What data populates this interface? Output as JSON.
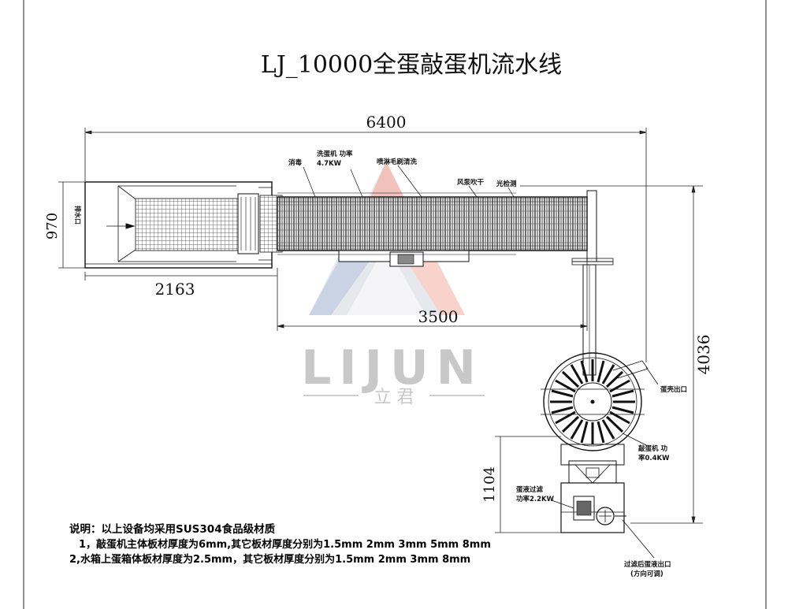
{
  "title": "LJ_10000全蛋敲蛋机流水线",
  "dimensions": {
    "overall_length": "6400",
    "tank_length": "2163",
    "tank_width": "970",
    "washer_length": "3500",
    "total_height": "4036",
    "breaker_height": "1104"
  },
  "labels": {
    "drain": "排水口",
    "disinfect": "消毒",
    "washer_power": "洗蛋机 功率",
    "washer_kw": "4.7KW",
    "spray_brush": "喷淋毛刷清洗",
    "fan_dry": "风泵吹干",
    "light_check": "光检测",
    "shell_exit": "蛋壳出口",
    "breaker_power": "敲蛋机 功",
    "breaker_kw": "率0.4KW",
    "filter_title": "蛋液过滤",
    "filter_kw": "功率2.2KW",
    "liquid_exit": "过滤后蛋液出口",
    "direction": "(方向可调)"
  },
  "watermark": {
    "brand": "LIJUN",
    "brand_cn": "立 君"
  },
  "notes": {
    "heading": "说明：以上设备均采用SUS304食品级材质",
    "line1": "1，敲蛋机主体板材厚度为6mm,其它板材厚度分别为1.5mm 2mm 3mm 5mm 8mm",
    "line2": "2,水箱上蛋箱体板材厚度为2.5mm，其它板材厚度分别为1.5mm 2mm 3mm 8mm"
  }
}
